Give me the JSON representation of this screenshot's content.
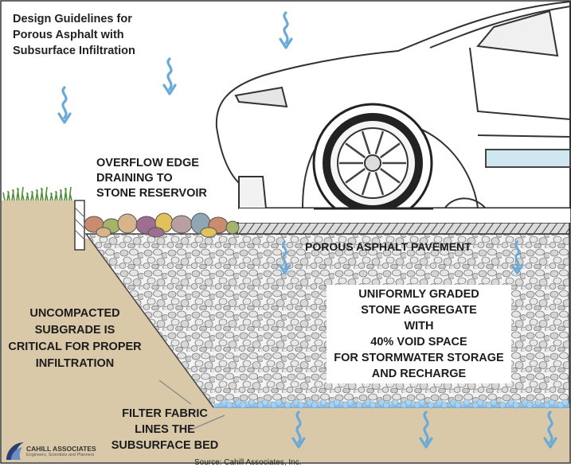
{
  "title": {
    "line1": "Design Guidelines for",
    "line2": "Porous Asphalt with",
    "line3": "Subsurface Infiltration"
  },
  "labels": {
    "overflow": [
      "OVERFLOW EDGE",
      "DRAINING TO",
      "STONE RESERVOIR"
    ],
    "pavement": "POROUS ASPHALT PAVEMENT",
    "aggregate": [
      "UNIFORMLY GRADED",
      "STONE AGGREGATE",
      "WITH",
      "40% VOID SPACE",
      "FOR STORMWATER STORAGE",
      "AND RECHARGE"
    ],
    "subgrade": [
      "UNCOMPACTED",
      "SUBGRADE IS",
      "CRITICAL FOR PROPER",
      "INFILTRATION"
    ],
    "fabric": [
      "FILTER FABRIC",
      "LINES THE",
      "SUBSURFACE BED"
    ]
  },
  "logo": {
    "name": "CAHILL ASSOCIATES",
    "tagline": "Engineers, Scientists and Planners"
  },
  "caption": "Source: Cahill Associates, Inc.",
  "colors": {
    "water": "#6aaad8",
    "soil": "#d9c9a9",
    "stone_bg": "#eeeeee",
    "car_outline": "#333333",
    "grass": "#4f8f35",
    "pebbles": [
      "#c98c6f",
      "#a7b26a",
      "#d8b48a",
      "#9f6d8f",
      "#e0c15b",
      "#b9a0a0",
      "#8fa7b5"
    ]
  }
}
